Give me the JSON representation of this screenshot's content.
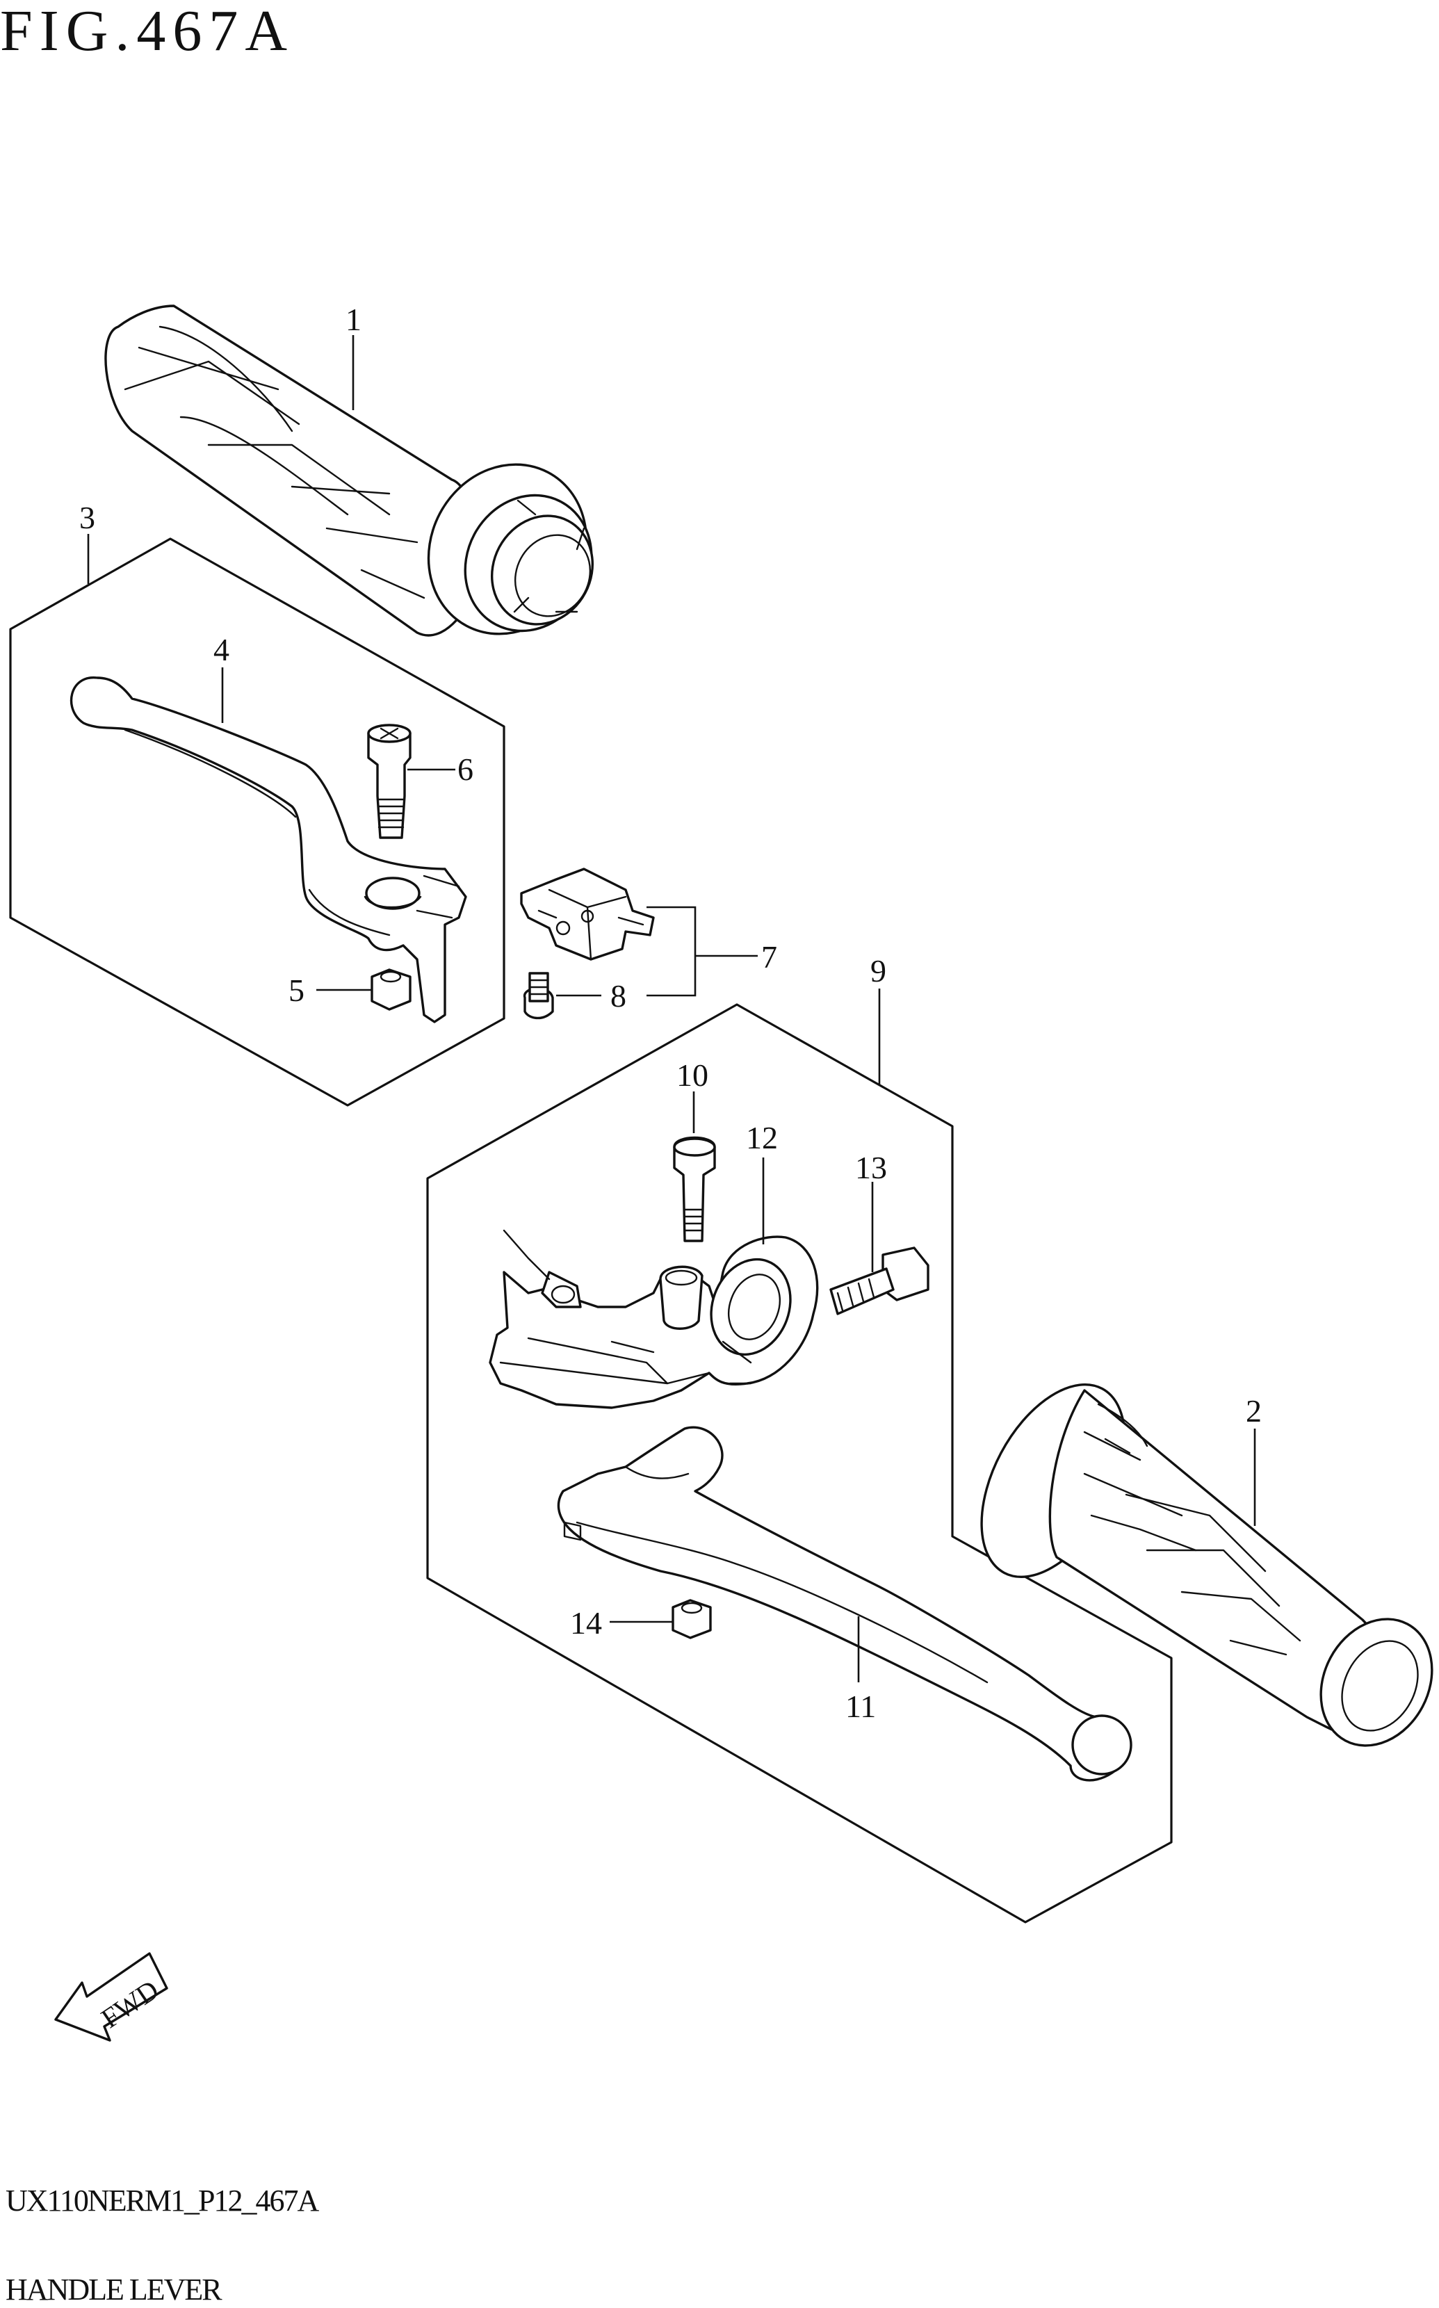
{
  "figure_title": "FIG.467A",
  "callouts": {
    "c1": "1",
    "c2": "2",
    "c3": "3",
    "c4": "4",
    "c5": "5",
    "c6": "6",
    "c7": "7",
    "c8": "8",
    "c9": "9",
    "c10": "10",
    "c11": "11",
    "c12": "12",
    "c13": "13",
    "c14": "14"
  },
  "fwd_label": "FWD",
  "footer": {
    "code": "UX110NERM1_P12_467A",
    "caption": "HANDLE LEVER"
  }
}
